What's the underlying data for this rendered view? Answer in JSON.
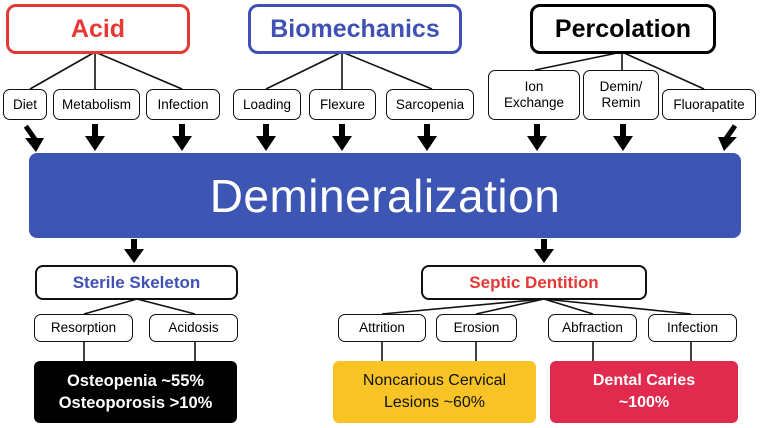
{
  "colors": {
    "acid": "#e53935",
    "biomechanics": "#3f51b5",
    "percolation": "#000000",
    "central": "#3d55b3",
    "sterile_title": "#3f51b5",
    "septic_title": "#e53935",
    "osteo_fill": "#000000",
    "noncarious_fill": "#f7c325",
    "caries_fill": "#e02b4e"
  },
  "categories": {
    "acid": {
      "label": "Acid",
      "factors": [
        "Diet",
        "Metabolism",
        "Infection"
      ]
    },
    "biomechanics": {
      "label": "Biomechanics",
      "factors": [
        "Loading",
        "Flexure",
        "Sarcopenia"
      ]
    },
    "percolation": {
      "label": "Percolation",
      "factors": [
        "Ion\nExchange",
        "Demin/\nRemin",
        "Fluorapatite"
      ]
    }
  },
  "central": {
    "label": "Demineralization"
  },
  "sterile": {
    "label": "Sterile Skeleton",
    "children": [
      "Resorption",
      "Acidosis"
    ],
    "outcome": "Osteopenia ~55%\nOsteoporosis >10%"
  },
  "septic": {
    "label": "Septic Dentition",
    "children": [
      "Attrition",
      "Erosion",
      "Abfraction",
      "Infection"
    ],
    "outcome_noncarious": "Noncarious Cervical\nLesions ~60%",
    "outcome_caries": "Dental Caries\n~100%"
  }
}
